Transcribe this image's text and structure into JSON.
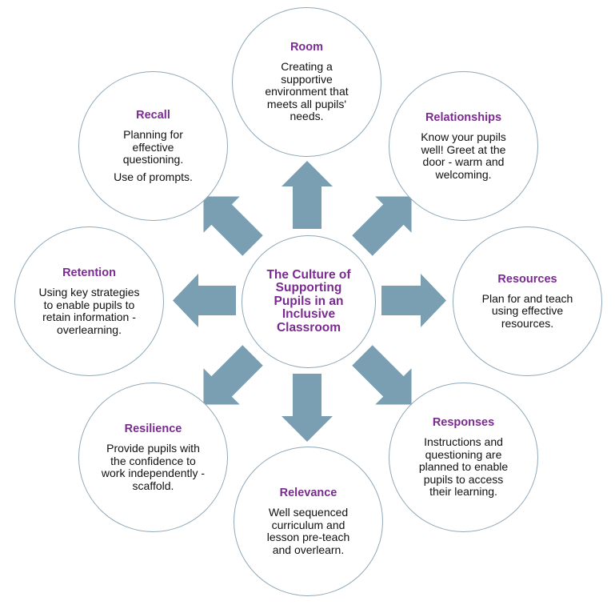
{
  "center": {
    "title": "The Culture of Supporting Pupils in an Inclusive Classroom"
  },
  "nodes": {
    "room": {
      "title": "Room",
      "text": [
        "Creating a supportive environment that meets all pupils' needs."
      ]
    },
    "relationships": {
      "title": "Relationships",
      "text": [
        "Know your pupils well! Greet at the door - warm and welcoming."
      ]
    },
    "resources": {
      "title": "Resources",
      "text": [
        "Plan for and teach using effective resources."
      ]
    },
    "responses": {
      "title": "Responses",
      "text": [
        "Instructions and questioning are planned to enable pupils to access their learning."
      ]
    },
    "relevance": {
      "title": "Relevance",
      "text": [
        "Well sequenced curriculum and lesson pre-teach and overlearn."
      ]
    },
    "resilience": {
      "title": "Resilience",
      "text": [
        "Provide pupils with the confidence to work independently - scaffold."
      ]
    },
    "retention": {
      "title": "Retention",
      "text": [
        "Using key strategies to enable pupils to retain information - overlearning."
      ]
    },
    "recall": {
      "title": "Recall",
      "text": [
        "Planning for effective questioning.",
        "Use of prompts."
      ]
    }
  },
  "colors": {
    "arrow": "#7a9fb2",
    "title": "#7a2b8f",
    "border": "#8fa8b8"
  }
}
